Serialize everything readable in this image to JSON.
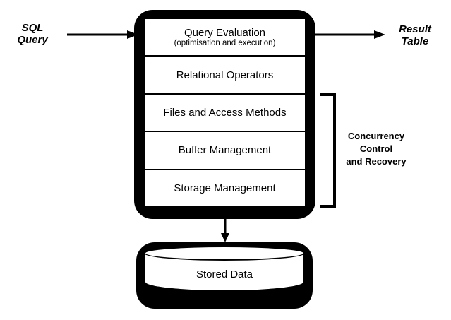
{
  "labels": {
    "sql_query": "SQL\nQuery",
    "result_table": "Result\nTable",
    "concurrency": "Concurrency\nControl\nand Recovery",
    "stored_data": "Stored Data"
  },
  "stack": {
    "layers": [
      {
        "title": "Query Evaluation",
        "subtitle": "(optimisation and execution)"
      },
      {
        "title": "Relational Operators"
      },
      {
        "title": "Files and Access Methods"
      },
      {
        "title": "Buffer Management"
      },
      {
        "title": "Storage Management"
      }
    ]
  },
  "connectors": {
    "input_arrow": "sql-query-to-stack",
    "output_arrow": "stack-to-result-table",
    "down_arrow": "stack-to-stored-data",
    "bracket": "concurrency-scope-bracket"
  },
  "colors": {
    "line": "#000000",
    "background": "#ffffff",
    "box_fill": "#ffffff"
  }
}
